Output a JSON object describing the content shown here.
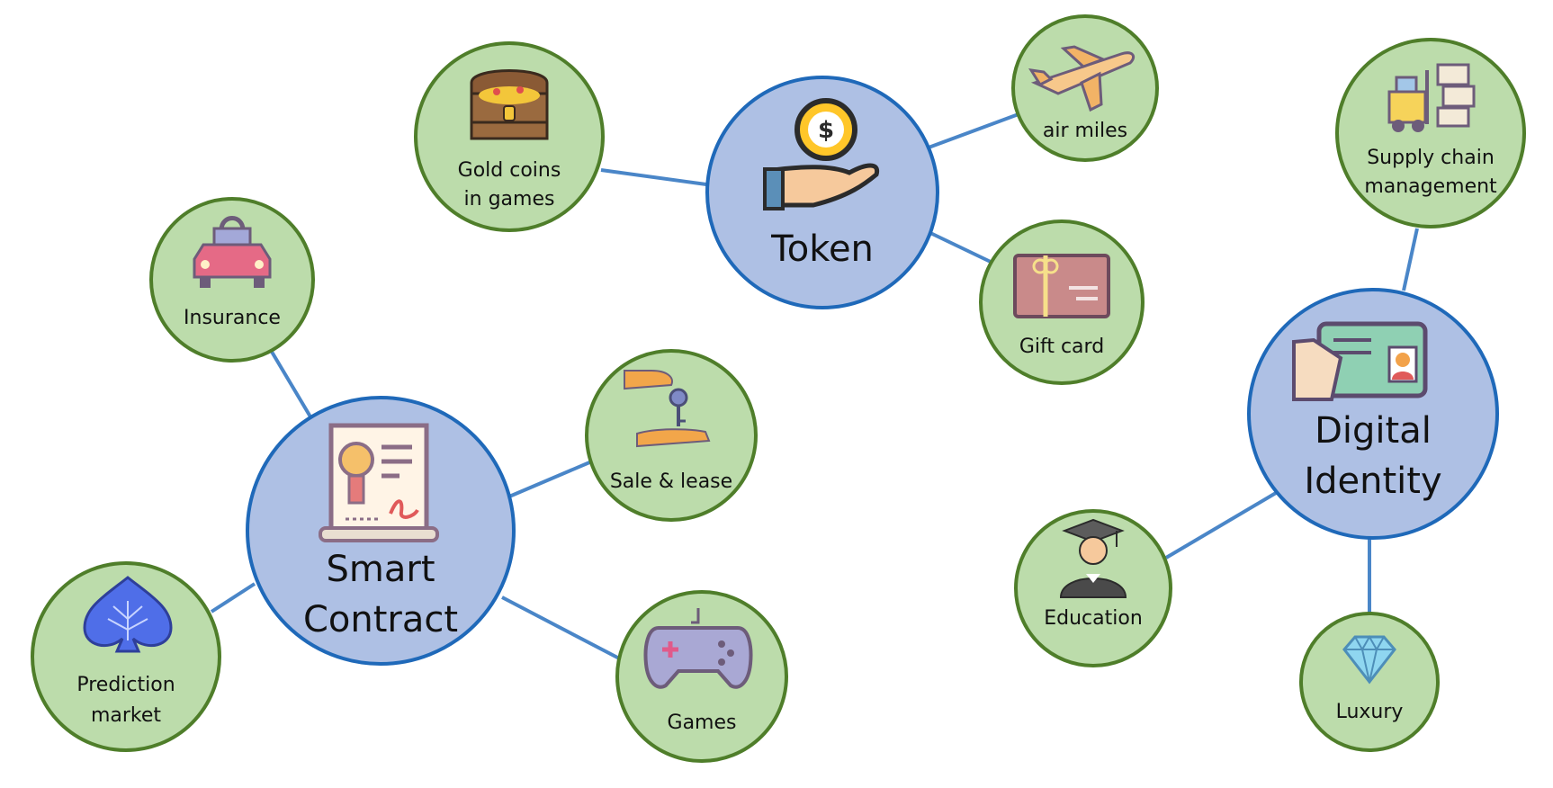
{
  "diagram": {
    "hubs": {
      "token": {
        "label": "Token",
        "icon": "coin-hand-icon"
      },
      "smart_contract": {
        "lines": [
          "Smart",
          "Contract"
        ],
        "icon": "certificate-icon"
      },
      "digital_identity": {
        "lines": [
          "Digital",
          "Identity"
        ],
        "icon": "id-card-icon"
      }
    },
    "leaves": {
      "gold_coins": {
        "lines": [
          "Gold coins",
          "in games"
        ],
        "icon": "treasure-chest-icon"
      },
      "air_miles": {
        "lines": [
          "air miles"
        ],
        "icon": "airplane-icon"
      },
      "gift_card": {
        "lines": [
          "Gift card"
        ],
        "icon": "gift-card-icon"
      },
      "insurance": {
        "lines": [
          "Insurance"
        ],
        "icon": "car-lock-icon"
      },
      "sale_lease": {
        "lines": [
          "Sale & lease"
        ],
        "icon": "key-handover-icon"
      },
      "prediction_market": {
        "lines": [
          "Prediction",
          "market"
        ],
        "icon": "spade-icon"
      },
      "games": {
        "lines": [
          "Games"
        ],
        "icon": "gamepad-icon"
      },
      "supply_chain": {
        "lines": [
          "Supply chain",
          "management"
        ],
        "icon": "forklift-icon"
      },
      "education": {
        "lines": [
          "Education"
        ],
        "icon": "graduate-icon"
      },
      "luxury": {
        "lines": [
          "Luxury"
        ],
        "icon": "diamond-icon"
      }
    },
    "colors": {
      "hub_fill": "#aec0e4",
      "hub_stroke": "#1f69b9",
      "leaf_fill": "#bcdcab",
      "leaf_stroke": "#4f7e2a",
      "edge": "#4a86c8"
    }
  }
}
